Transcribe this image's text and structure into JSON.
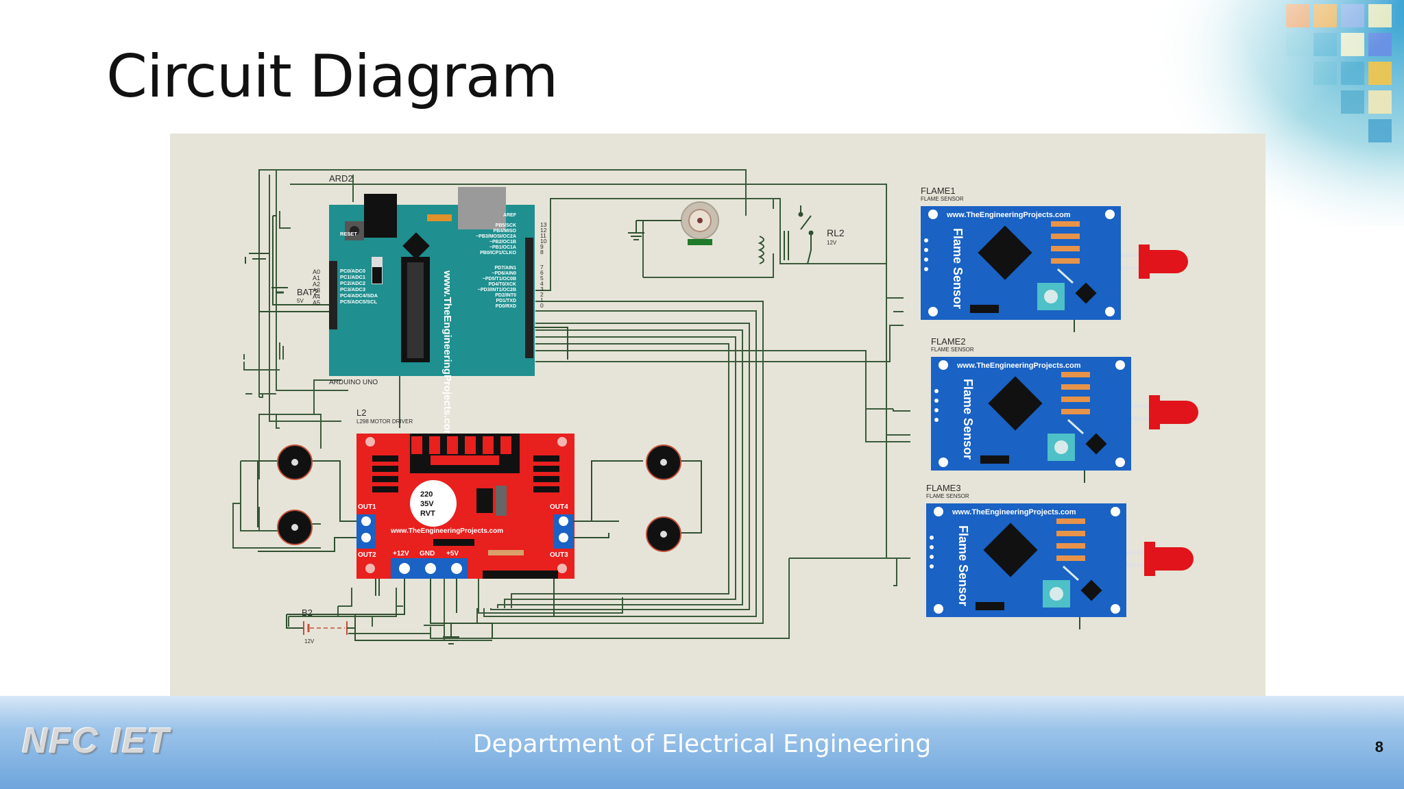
{
  "slide": {
    "title": "Circuit Diagram",
    "page_number": "8"
  },
  "footer": {
    "logo": "NFC IET",
    "department": "Department of Electrical Engineering"
  },
  "circuit": {
    "arduino": {
      "ref": "ARD2",
      "type": "ARDUINO UNO",
      "url": "www.TheEngineeringProjects.com",
      "left_labels": [
        "RESET",
        "PC0/ADC0",
        "PC1/ADC1",
        "PC2/ADC2",
        "PC3/ADC3",
        "PC4/ADC4/SDA",
        "PC5/ADC5/SCL"
      ],
      "analog_pins": [
        "A0",
        "A1",
        "A2",
        "A3",
        "A4",
        "A5"
      ],
      "right_labels": [
        "AREF",
        "PB5/SCK",
        "PB4/MISO",
        "~PB3/MOSI/OC2A",
        "~PB2/OC1B",
        "~PB1/OC1A",
        "PB0/ICP1/CLKO",
        "PD7/AIN1",
        "~PD6/AIN0",
        "~PD5/T1/OC0B",
        "PD4/T0/XCK",
        "~PD3/INT1/OC2B",
        "PD2/INT0",
        "PD1/TXD",
        "PD0/RXD"
      ],
      "digital_pins": [
        "13",
        "12",
        "11",
        "10",
        "9",
        "8",
        "7",
        "6",
        "5",
        "4",
        "3",
        "2",
        "1",
        "0"
      ]
    },
    "battery_5v": {
      "ref": "BAT2",
      "value": "5V"
    },
    "relay": {
      "ref": "RL2",
      "value": "12V"
    },
    "motor_driver": {
      "ref": "L2",
      "type": "L298 MOTOR DRIVER",
      "cap": [
        "220",
        "35V",
        "RVT"
      ],
      "url": "www.TheEngineeringProjects.com",
      "out1": "OUT1",
      "out2": "OUT2",
      "out3": "OUT3",
      "out4": "OUT4",
      "v12": "+12V",
      "gnd": "GND",
      "v5": "+5V"
    },
    "battery_12v": {
      "ref": "B2",
      "value": "12V"
    },
    "flame_sensors": [
      {
        "ref": "FLAME1",
        "type": "FLAME SENSOR",
        "url": "www.TheEngineeringProjects.com",
        "label": "Flame Sensor"
      },
      {
        "ref": "FLAME2",
        "type": "FLAME SENSOR",
        "url": "www.TheEngineeringProjects.com",
        "label": "Flame Sensor"
      },
      {
        "ref": "FLAME3",
        "type": "FLAME SENSOR",
        "url": "www.TheEngineeringProjects.com",
        "label": "Flame Sensor"
      }
    ],
    "colors": {
      "panel_bg": "#e6e4d8",
      "arduino": "#1f8f8f",
      "driver": "#e8201e",
      "sensor": "#1a62c4",
      "led": "#e0141a",
      "wire": "#3a5a3a"
    }
  }
}
